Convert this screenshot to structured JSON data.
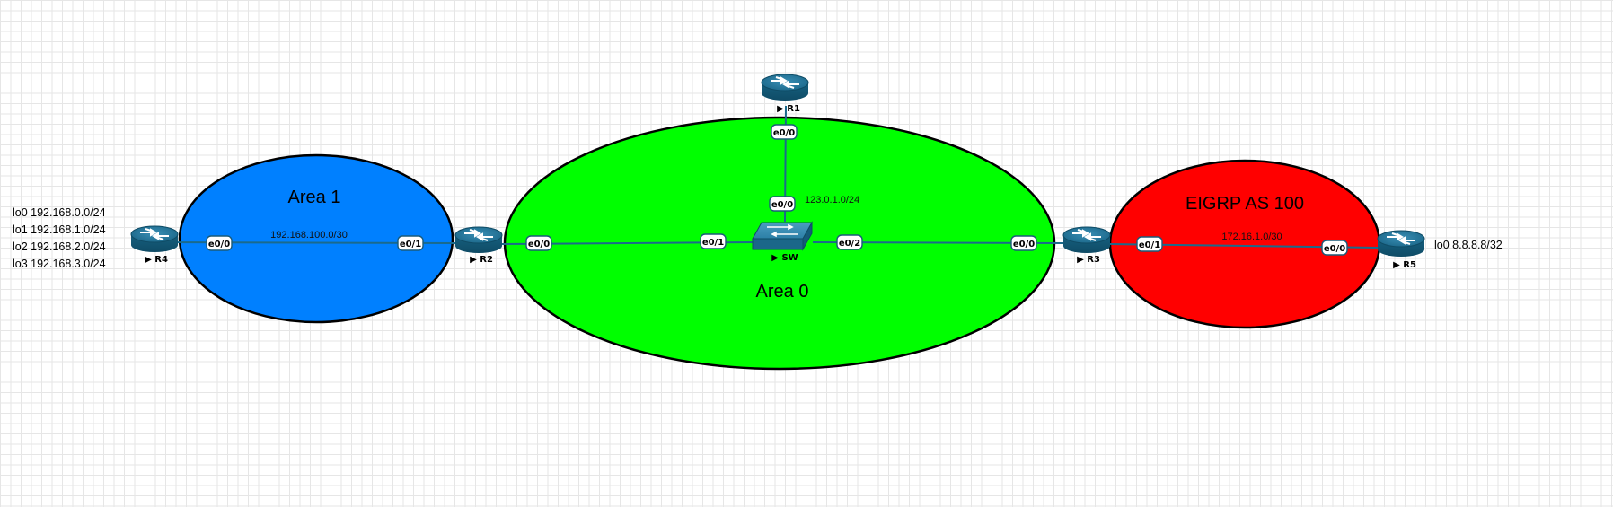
{
  "areas": {
    "area1": {
      "title": "Area 1",
      "color": "#0080ff"
    },
    "area0": {
      "title": "Area 0",
      "color": "#00ff00"
    },
    "eigrp": {
      "title": "EIGRP  AS 100",
      "color": "#ff0000"
    }
  },
  "nodes": {
    "r1": {
      "label": "R1",
      "icon": "router-icon"
    },
    "r2": {
      "label": "R2",
      "icon": "router-icon"
    },
    "r3": {
      "label": "R3",
      "icon": "router-icon"
    },
    "r4": {
      "label": "R4",
      "icon": "router-icon"
    },
    "r5": {
      "label": "R5",
      "icon": "router-icon"
    },
    "sw": {
      "label": "SW",
      "icon": "switch-icon"
    }
  },
  "ports": {
    "r4_e00": "e0/0",
    "r2_e01": "e0/1",
    "r2_e00": "e0/0",
    "sw_e01": "e0/1",
    "sw_e00": "e0/0",
    "r1_e00": "e0/0",
    "sw_e02": "e0/2",
    "r3_e00": "e0/0",
    "r3_e01": "e0/1",
    "r5_e00": "e0/0"
  },
  "subnets": {
    "r4_r2": "192.168.100.0/30",
    "area0_lan": "123.0.1.0/24",
    "r3_r5": "172.16.1.0/30"
  },
  "loopbacks": {
    "r4": [
      "lo0 192.168.0.0/24",
      "lo1 192.168.1.0/24",
      "lo2 192.168.2.0/24",
      "lo3 192.168.3.0/24"
    ],
    "r5": "lo0 8.8.8.8/32"
  },
  "colors": {
    "link": "#1a6a8c",
    "router": "#1f6f91",
    "outline": "#000000"
  }
}
